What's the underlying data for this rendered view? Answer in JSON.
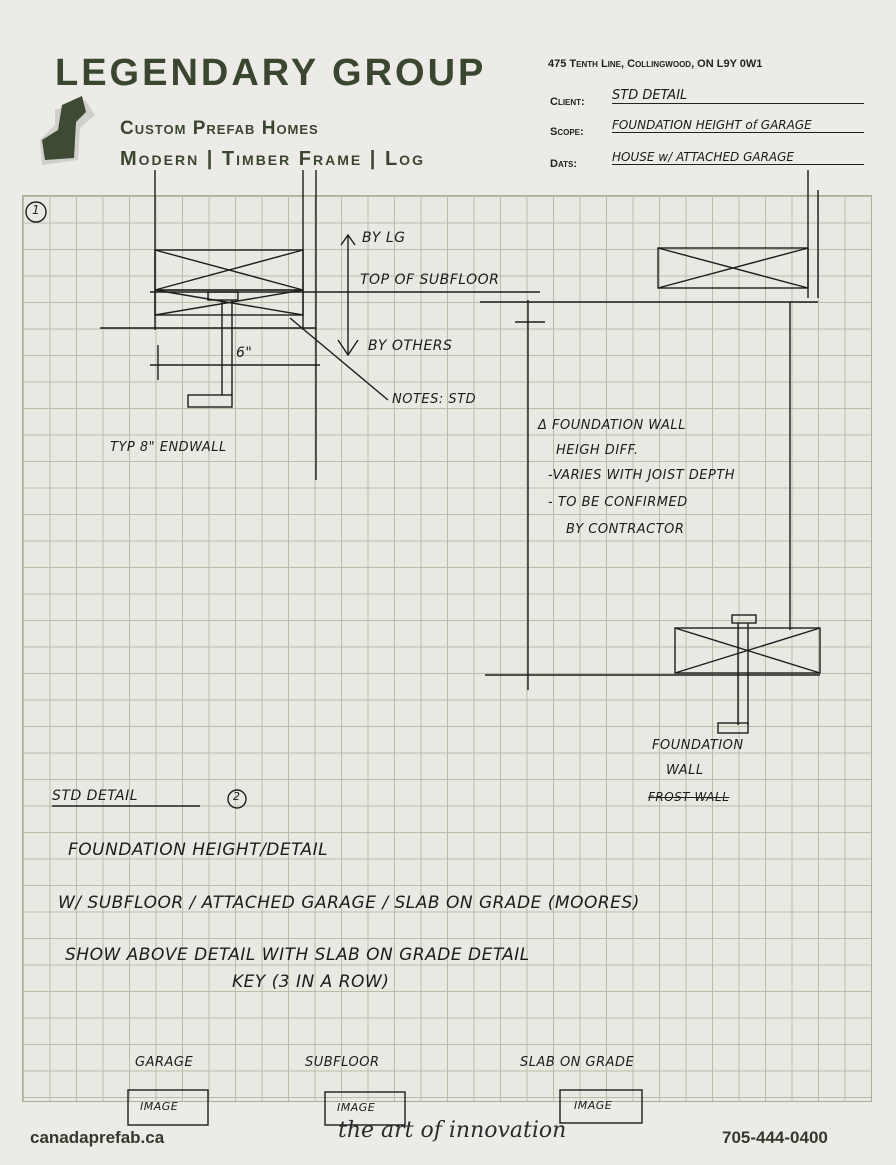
{
  "header": {
    "company": "LEGENDARY GROUP",
    "tagline1": "Custom Prefab Homes",
    "tagline2": "Modern | Timber Frame | Log",
    "address": "475 Tenth Line, Collingwood, ON L9Y 0W1",
    "client_label": "Client:",
    "client_value": "STD DETAIL",
    "scope_label": "Scope:",
    "scope_value": "FOUNDATION HEIGHT of GARAGE",
    "dats_label": "Dats:",
    "dats_value": "HOUSE w/ ATTACHED GARAGE"
  },
  "sketch": {
    "detail_number": "1",
    "by_lg": "BY LG",
    "top_of_subfloor": "TOP OF SUBFLOOR",
    "by_others": "BY OTHERS",
    "dimension": "6\"",
    "notes": "NOTES: STD",
    "endwall": "TYP 8\" ENDWALL",
    "foundation_note": [
      "Δ FOUNDATION WALL",
      "HEIGH DIFF.",
      "-VARIES WITH JOIST DEPTH",
      "- TO BE CONFIRMED",
      "BY CONTRACTOR"
    ],
    "foundation_wall": [
      "FOUNDATION",
      "WALL"
    ],
    "frost_wall": "FROST WALL",
    "std_detail": "STD DETAIL",
    "detail_number_2": "2",
    "notes_lines": [
      "FOUNDATION HEIGHT/DETAIL",
      "W/ SUBFLOOR / ATTACHED GARAGE / SLAB ON GRADE (MOORES)",
      "SHOW ABOVE DETAIL WITH SLAB ON GRADE DETAIL",
      "KEY (3 IN A ROW)"
    ],
    "image_labels": [
      "GARAGE",
      "SUBFLOOR",
      "SLAB ON GRADE"
    ],
    "image_placeholder": "IMAGE"
  },
  "footer": {
    "website": "canadaprefab.ca",
    "slogan": "the art of innovation",
    "phone": "705-444-0400"
  }
}
